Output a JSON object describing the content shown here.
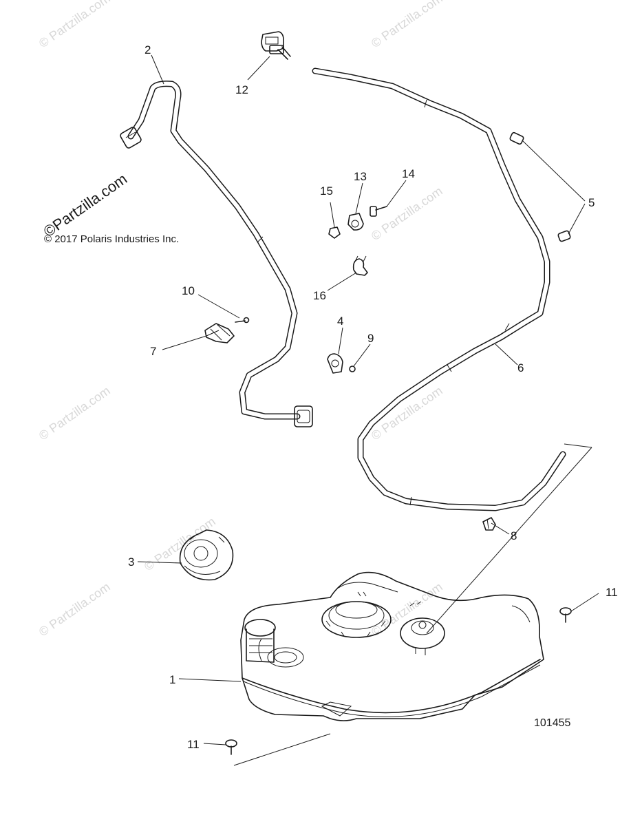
{
  "diagram": {
    "watermark_text": "© Partzilla.com",
    "brand_text": "©Partzilla.com",
    "copyright_text": "© 2017 Polaris Industries Inc.",
    "figure_number": "101455",
    "callouts": [
      "1",
      "2",
      "3",
      "4",
      "5",
      "6",
      "7",
      "8",
      "9",
      "10",
      "11",
      "11",
      "12",
      "13",
      "14",
      "15",
      "16"
    ]
  }
}
